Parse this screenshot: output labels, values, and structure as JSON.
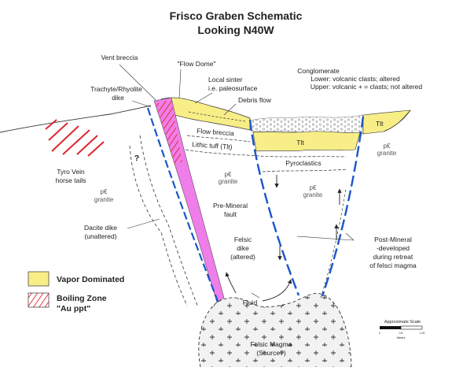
{
  "title": {
    "line1": "Frisco Graben Schematic",
    "line2": "Looking N40W"
  },
  "labels": {
    "vent_breccia": "Vent breccia",
    "flow_dome": "\"Flow Dome\"",
    "local_sinter_1": "Local sinter",
    "local_sinter_2": "i.e. paleosurface",
    "trachyte_1": "Trachyte/Rhyolite",
    "trachyte_2": "dike",
    "debris_flow": "Debris flow",
    "conglomerate": "Conglomerate",
    "lower_clasts": "Lower: volcanic clasts; altered",
    "upper_clasts": "Upper: volcanic + = clasts; not altered",
    "flow_breccia": "Flow breccia",
    "lithic_tuff": "Lithic tuff (Tlt)",
    "tlt_center": "Tlt",
    "tlt_right": "Tlt",
    "pyroclastics": "Pyroclastics",
    "tyro_vein_1": "Tyro Vein",
    "tyro_vein_2": "horse tails",
    "question": "?",
    "pc_left": "p€",
    "granite_left": "granite",
    "pc_center": "p€",
    "granite_center": "granite",
    "pc_mid": "p€",
    "granite_mid": "granite",
    "pc_right": "p€",
    "granite_right": "granite",
    "pre_mineral_1": "Pre-Mineral",
    "pre_mineral_2": "fault",
    "felsic_1": "Felsic",
    "felsic_2": "dike",
    "felsic_3": "(altered)",
    "dacite_1": "Dacite dike",
    "dacite_2": "(unaltered)",
    "post_mineral_1": "Post-Mineral",
    "post_mineral_2": "-developed",
    "post_mineral_3": "during retreat",
    "post_mineral_4": "of felsci magma",
    "fluid": "Fluid",
    "magma_1": "Felsic Magma",
    "magma_2": "(Source?)"
  },
  "legend": {
    "vapor": "Vapor Dominated",
    "boiling_1": "Boiling Zone",
    "boiling_2": "\"Au ppt\""
  },
  "scale_bar": {
    "title": "Approximate Scale",
    "tick_0": "0",
    "tick_mid": "0.5",
    "tick_end": "1.00",
    "unit": "Meters"
  },
  "colors": {
    "vapor_fill": "#f8ee88",
    "dike_fill": "#ef7ee8",
    "boiling_hatch": "#e0262d",
    "fault_blue": "#1a56c9",
    "magma_fill": "#f2f2f2"
  },
  "icons": {
    "magma_pattern": "cross-icon",
    "conglomerate_pattern": "circle-icon",
    "arrows": "arrow-icon"
  }
}
